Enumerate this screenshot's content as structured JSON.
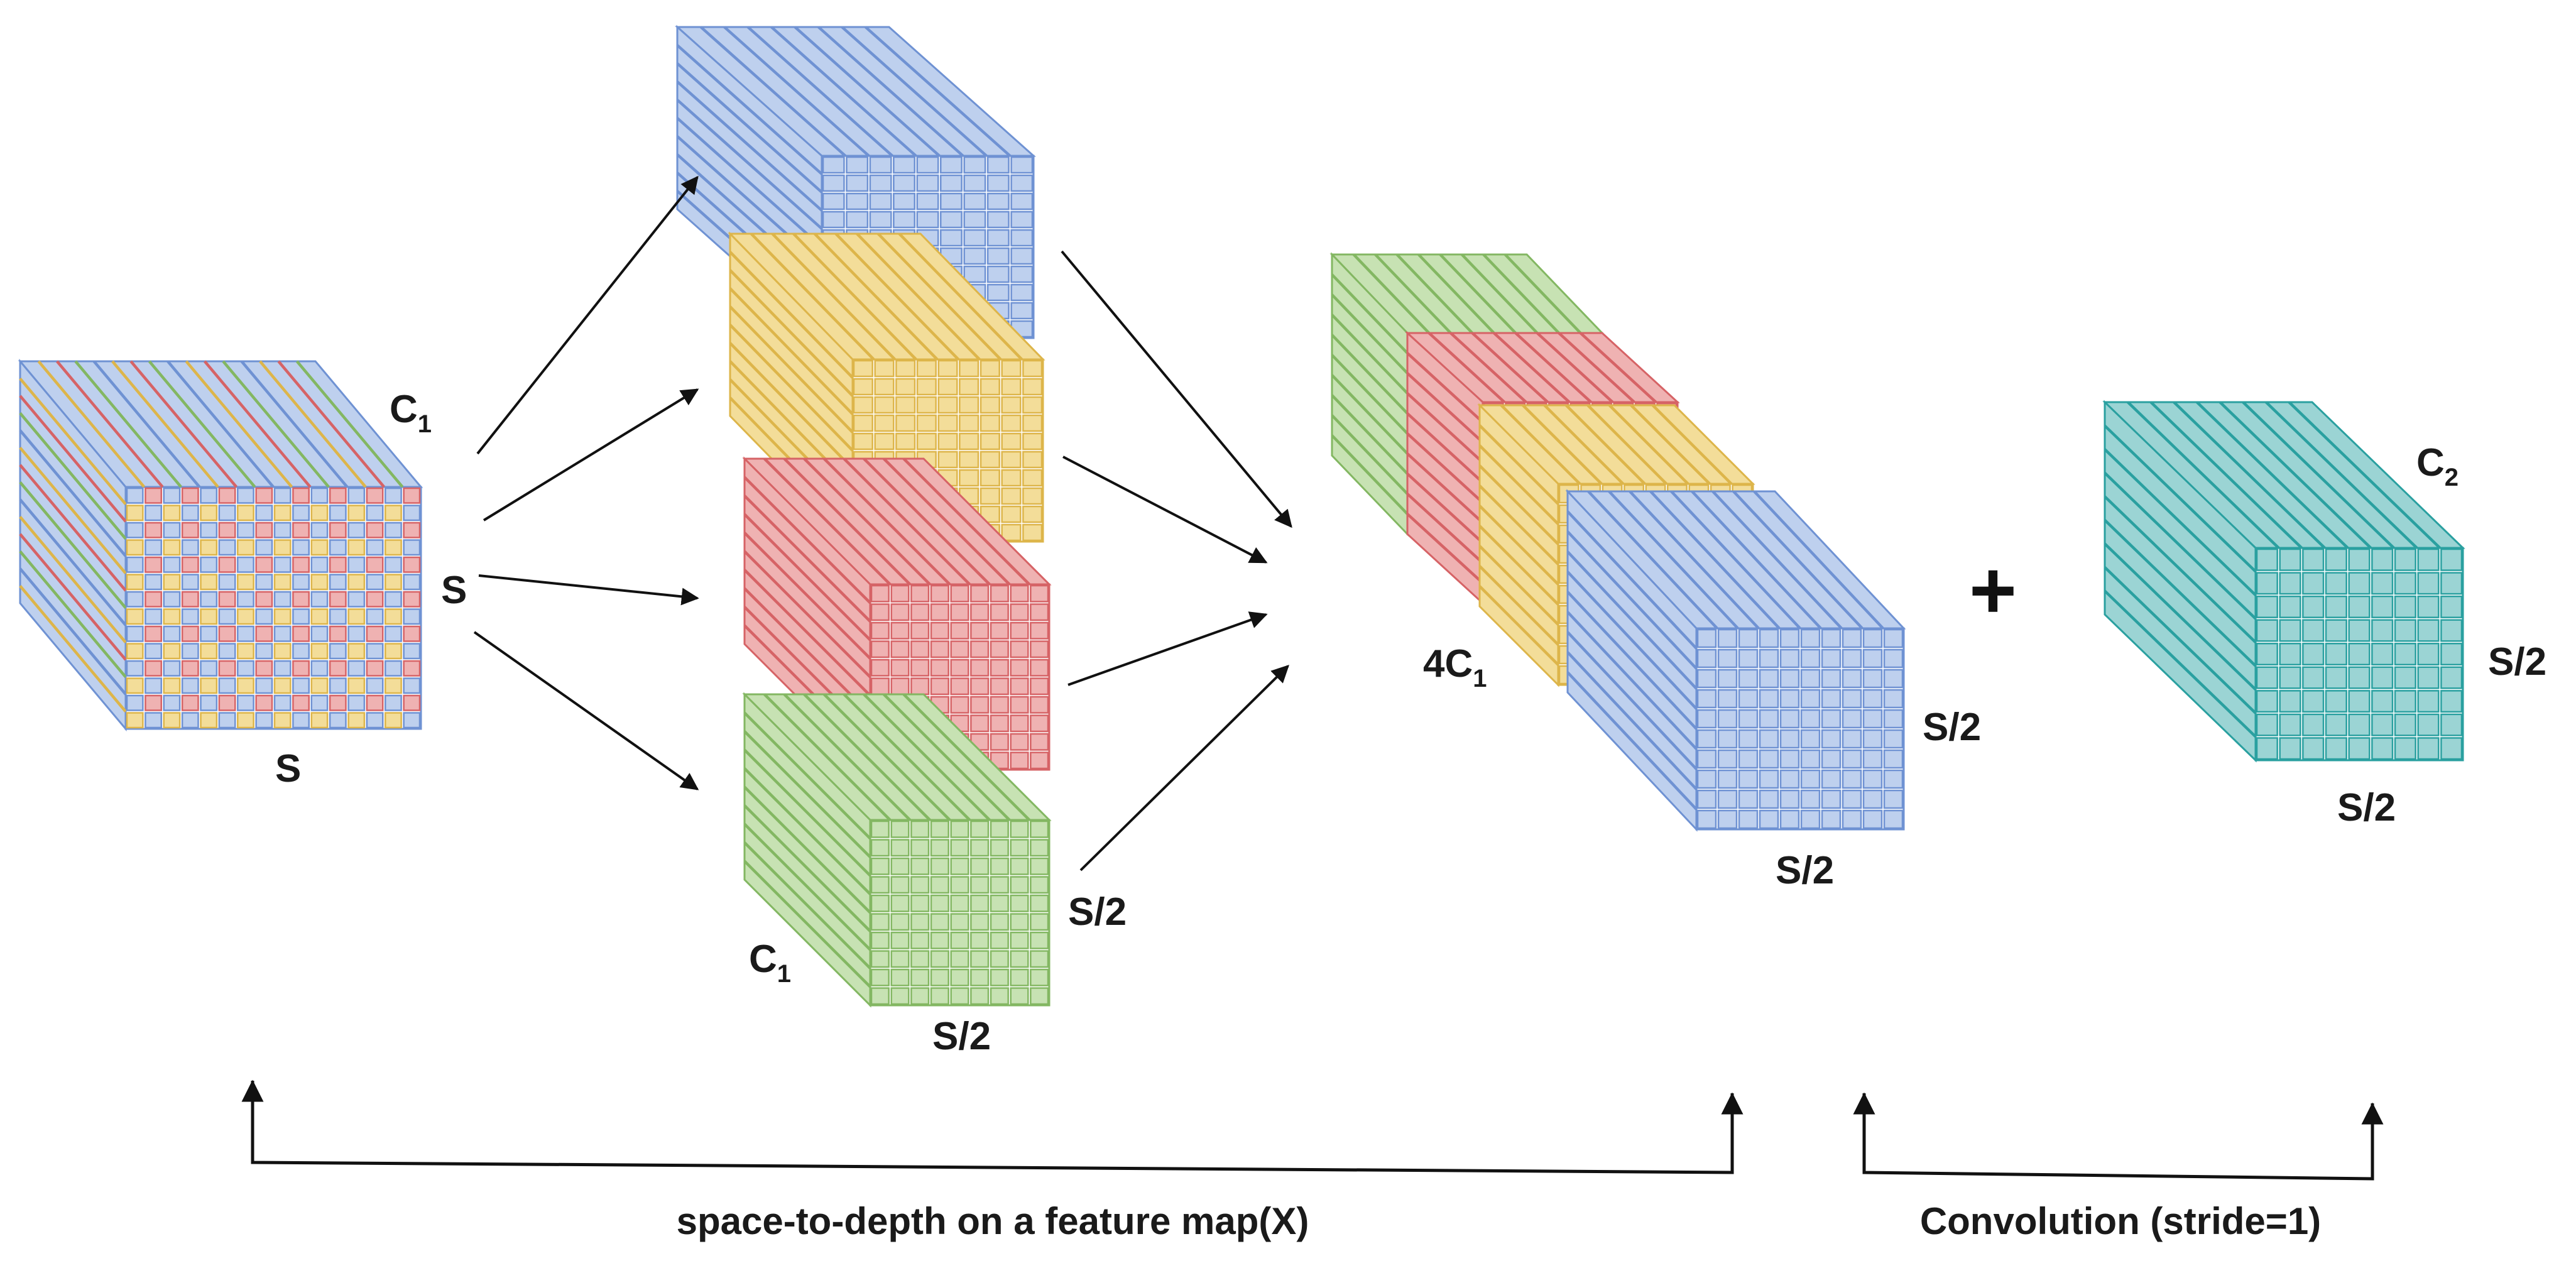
{
  "colors": {
    "blue": {
      "fill": "#bed0ee",
      "line": "#6f92d3"
    },
    "yellow": {
      "fill": "#f3dd99",
      "line": "#ddb54a"
    },
    "red": {
      "fill": "#efb2b2",
      "line": "#d66366"
    },
    "green": {
      "fill": "#c7e2b3",
      "line": "#83b762"
    },
    "teal": {
      "fill": "#9bd4d4",
      "line": "#2aa0a0"
    },
    "arrow": "#111111"
  },
  "input": {
    "channels_main": "C",
    "channels_sub": "1",
    "height": "S",
    "width": "S"
  },
  "slices": {
    "channels_main": "C",
    "channels_sub": "1",
    "height": "S/2",
    "width": "S/2",
    "order": [
      "blue",
      "yellow",
      "red",
      "green"
    ]
  },
  "concat": {
    "channels_main": "4C",
    "channels_sub": "1",
    "height": "S/2",
    "width": "S/2"
  },
  "plus": "+",
  "output": {
    "channels_main": "C",
    "channels_sub": "2",
    "height": "S/2",
    "width": "S/2"
  },
  "brackets": {
    "space_to_depth": "space-to-depth on a feature map(X)",
    "convolution": "Convolution (stride=1)"
  }
}
